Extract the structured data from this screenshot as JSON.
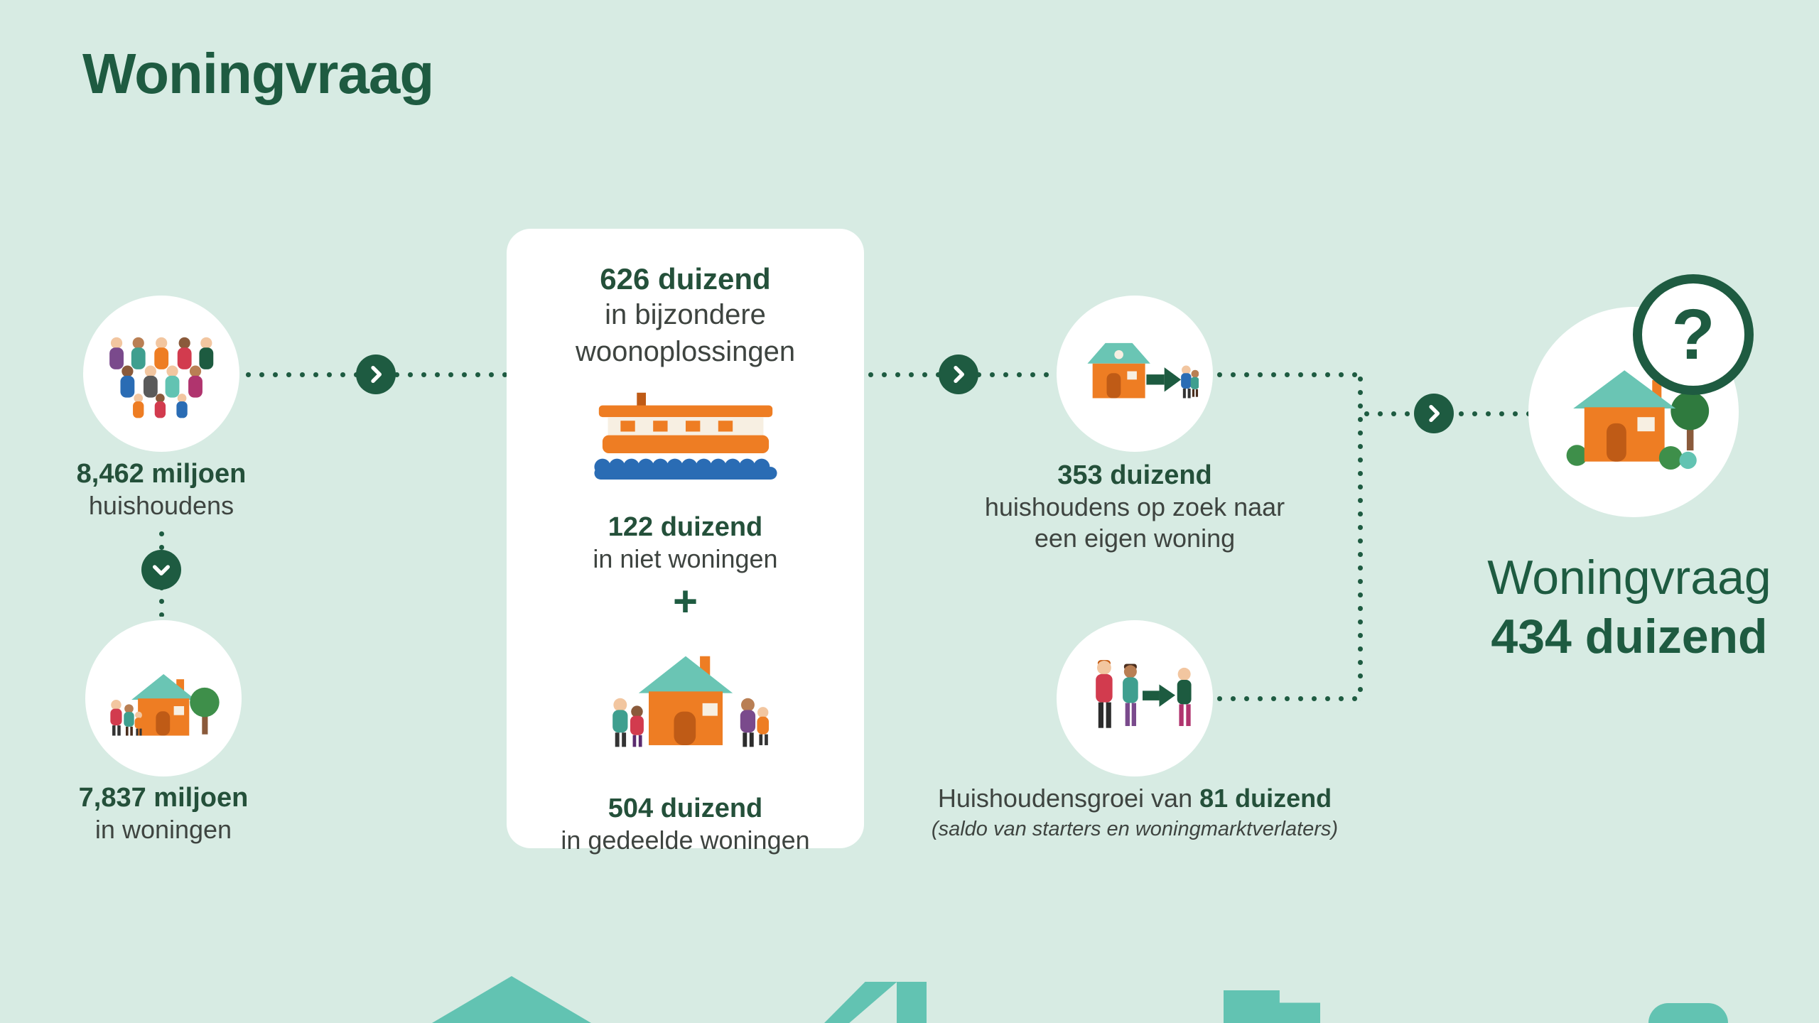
{
  "title": "Woningvraag",
  "colors": {
    "background": "#d7ebe3",
    "dark_green": "#1e5b41",
    "teal": "#62c3b2",
    "orange": "#ee7d23",
    "water_blue": "#2a6cb4",
    "card": "#ffffff"
  },
  "flow": {
    "households": {
      "value": "8,462 miljoen",
      "label": "huishoudens"
    },
    "in_homes": {
      "value": "7,837 miljoen",
      "label": "in woningen"
    },
    "special": {
      "value": "626 duizend",
      "label_line1": "in bijzondere",
      "label_line2": "woonoplossingen",
      "non_homes": {
        "value": "122 duizend",
        "label": "in niet woningen"
      },
      "plus": "+",
      "shared": {
        "value": "504 duizend",
        "label": "in gedeelde woningen"
      }
    },
    "seeking": {
      "value": "353 duizend",
      "label_line1": "huishoudens op zoek naar",
      "label_line2": "een eigen woning"
    },
    "growth": {
      "prefix": "Huishoudensgroei van ",
      "value": "81 duizend",
      "note": "(saldo van starters en woningmarktverlaters)"
    },
    "result": {
      "label": "Woningvraag",
      "value": "434 duizend",
      "badge": "?"
    }
  }
}
